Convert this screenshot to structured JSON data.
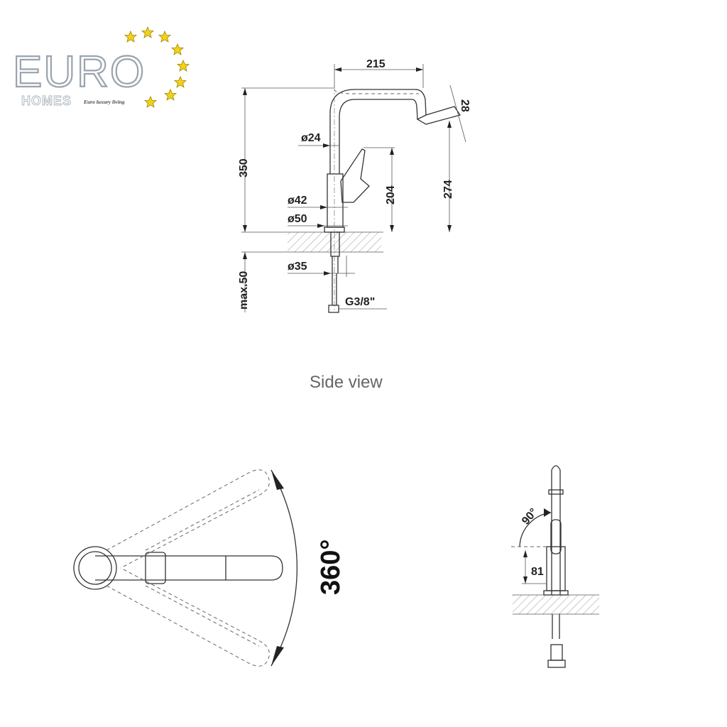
{
  "logo": {
    "brand": "EURO",
    "sub": "HOMES",
    "slogan": "Euro luxury living",
    "star_color": "#f2d21a"
  },
  "side_view": {
    "caption": "Side view",
    "dims": {
      "reach": "215",
      "spout_dia": "28",
      "height": "350",
      "pipe_dia": "ø24",
      "handle_height": "204",
      "outlet_height": "274",
      "body_dia": "ø42",
      "base_dia": "ø50",
      "hole_dia": "ø35",
      "max_thickness": "max.50",
      "connection": "G3/8\""
    }
  },
  "top_view": {
    "rotation": "360°"
  },
  "front_view": {
    "lever_angle": "90°",
    "lever_clearance": "81"
  }
}
